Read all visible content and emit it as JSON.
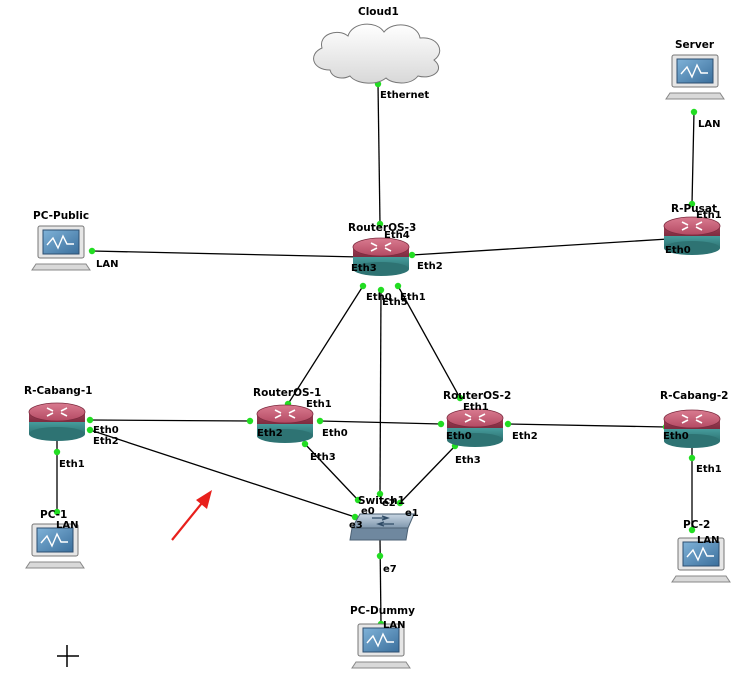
{
  "canvas_title": "",
  "nodes": [
    {
      "id": "cloud1",
      "label": "Cloud1",
      "kind": "cloud"
    },
    {
      "id": "server",
      "label": "Server",
      "kind": "pc"
    },
    {
      "id": "pc-public",
      "label": "PC-Public",
      "kind": "pc"
    },
    {
      "id": "routeros-3",
      "label": "RouterOS-3",
      "kind": "router"
    },
    {
      "id": "r-pusat",
      "label": "R-Pusat",
      "kind": "router"
    },
    {
      "id": "r-cabang-1",
      "label": "R-Cabang-1",
      "kind": "router"
    },
    {
      "id": "routeros-1",
      "label": "RouterOS-1",
      "kind": "router"
    },
    {
      "id": "routeros-2",
      "label": "RouterOS-2",
      "kind": "router"
    },
    {
      "id": "r-cabang-2",
      "label": "R-Cabang-2",
      "kind": "router"
    },
    {
      "id": "switch1",
      "label": "Switch1",
      "kind": "switch"
    },
    {
      "id": "pc-1",
      "label": "PC-1",
      "kind": "pc"
    },
    {
      "id": "pc-2",
      "label": "PC-2",
      "kind": "pc"
    },
    {
      "id": "pc-dummy",
      "label": "PC-Dummy",
      "kind": "pc"
    }
  ],
  "links": [
    {
      "a": "cloud1",
      "a_port": "Ethernet",
      "b": "routeros-3",
      "b_port": "Eth4"
    },
    {
      "a": "server",
      "a_port": "LAN",
      "b": "r-pusat",
      "b_port": "Eth1"
    },
    {
      "a": "pc-public",
      "a_port": "LAN",
      "b": "routeros-3",
      "b_port": "Eth3"
    },
    {
      "a": "routeros-3",
      "a_port": "Eth2",
      "b": "r-pusat",
      "b_port": "Eth0"
    },
    {
      "a": "routeros-3",
      "a_port": "Eth0",
      "b": "routeros-1",
      "b_port": "Eth1"
    },
    {
      "a": "routeros-3",
      "a_port": "Eth1",
      "b": "routeros-2",
      "b_port": "Eth1"
    },
    {
      "a": "routeros-3",
      "a_port": "Eth5",
      "b": "switch1",
      "b_port": "e2"
    },
    {
      "a": "r-cabang-1",
      "a_port": "Eth0",
      "b": "routeros-1",
      "b_port": "Eth2"
    },
    {
      "a": "r-cabang-1",
      "a_port": "Eth2",
      "b": "switch1",
      "b_port": "e3"
    },
    {
      "a": "r-cabang-1",
      "a_port": "Eth1",
      "b": "pc-1",
      "b_port": "LAN"
    },
    {
      "a": "routeros-1",
      "a_port": "Eth0",
      "b": "routeros-2",
      "b_port": "Eth0"
    },
    {
      "a": "routeros-1",
      "a_port": "Eth3",
      "b": "switch1",
      "b_port": "e0"
    },
    {
      "a": "routeros-2",
      "a_port": "Eth2",
      "b": "r-cabang-2",
      "b_port": "Eth0"
    },
    {
      "a": "routeros-2",
      "a_port": "Eth3",
      "b": "switch1",
      "b_port": "e1"
    },
    {
      "a": "r-cabang-2",
      "a_port": "Eth1",
      "b": "pc-2",
      "b_port": "LAN"
    },
    {
      "a": "switch1",
      "a_port": "e7",
      "b": "pc-dummy",
      "b_port": "LAN"
    }
  ],
  "colors": {
    "router_top": "#c45a72",
    "router_body": "#9a3a50",
    "router_base": "#3d8f8f",
    "port_dot": "#22dd22",
    "annotation_arrow": "#e8201c",
    "cloud_fill": "#ececec",
    "switch_fill": "#9fb6cc"
  },
  "annotations": [
    {
      "kind": "arrow",
      "icon": "red-arrow-icon"
    },
    {
      "kind": "cursor",
      "icon": "crosshair-cursor-icon"
    }
  ]
}
